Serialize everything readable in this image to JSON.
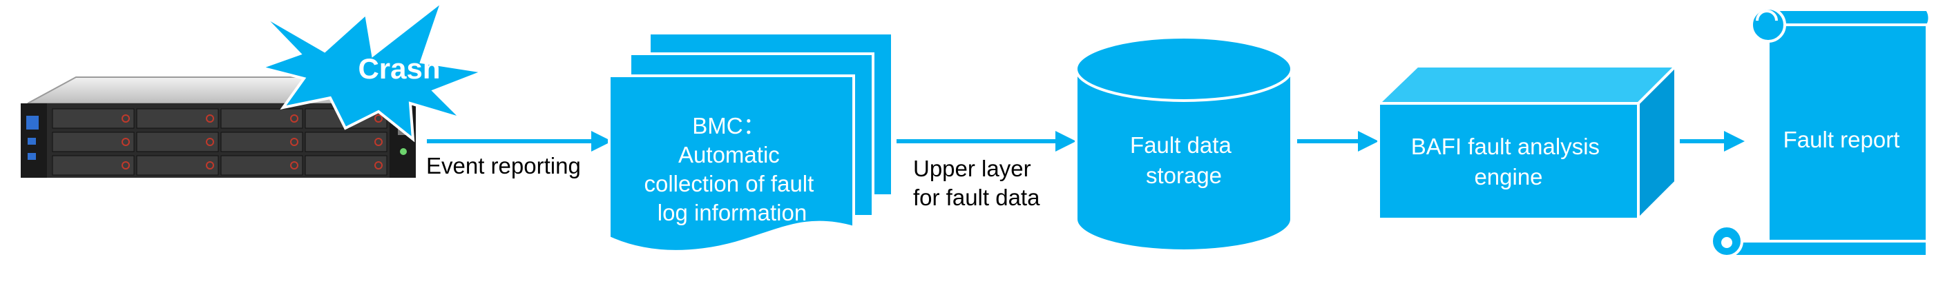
{
  "palette": {
    "shape_fill": "#00B0F0",
    "shape_stroke": "#ffffff",
    "arrow": "#00B0F0",
    "box_top": "#33C7F7",
    "box_side": "#0099D8"
  },
  "server": {
    "icon": "server-rack-icon"
  },
  "crash": {
    "label": "Crash",
    "icon": "burst-icon"
  },
  "edges": {
    "event_reporting": "Event reporting",
    "upper_layer": [
      "Upper layer",
      "for fault data"
    ]
  },
  "nodes": {
    "bmc": {
      "icon": "multi-document-icon",
      "lines": [
        "BMC：",
        "Automatic",
        "collection of fault",
        "log information"
      ]
    },
    "storage": {
      "icon": "database-cylinder-icon",
      "lines": [
        "Fault data",
        "storage"
      ]
    },
    "engine": {
      "icon": "cube-icon",
      "lines": [
        "BAFI fault analysis",
        "engine"
      ]
    },
    "report": {
      "icon": "scroll-icon",
      "lines": [
        "Fault report"
      ]
    }
  }
}
